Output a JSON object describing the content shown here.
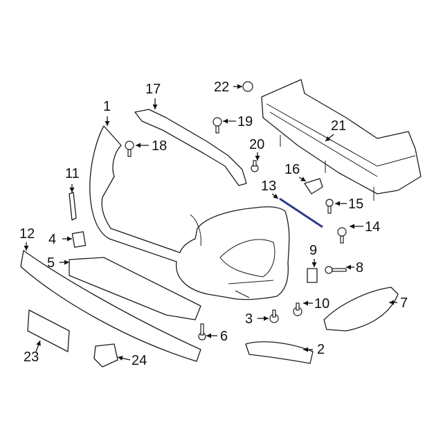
{
  "diagram": {
    "title": "Front Bumper Components",
    "callouts": [
      "1",
      "2",
      "3",
      "4",
      "5",
      "6",
      "7",
      "8",
      "9",
      "10",
      "11",
      "12",
      "13",
      "14",
      "15",
      "16",
      "17",
      "18",
      "19",
      "20",
      "21",
      "22",
      "23",
      "24"
    ],
    "highlighted_part": "13",
    "colors": {
      "line": "#1a1a1a",
      "highlight": "#2b3a8c",
      "background": "#ffffff"
    }
  }
}
